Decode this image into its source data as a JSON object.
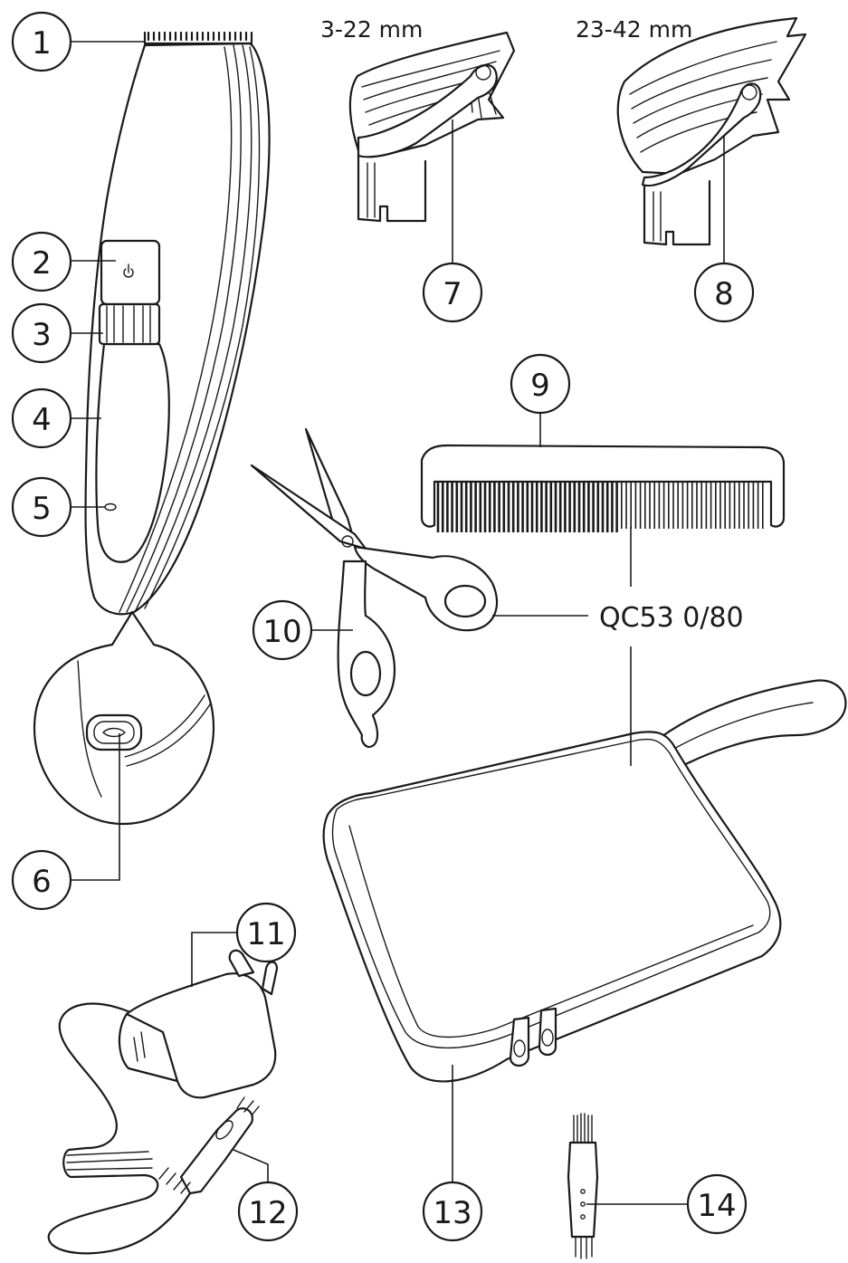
{
  "callouts": {
    "c1": "1",
    "c2": "2",
    "c3": "3",
    "c4": "4",
    "c5": "5",
    "c6": "6",
    "c7": "7",
    "c8": "8",
    "c9": "9",
    "c10": "10",
    "c11": "11",
    "c12": "12",
    "c13": "13",
    "c14": "14"
  },
  "labels": {
    "comb_small_range": "3-22 mm",
    "comb_large_range": "23-42 mm",
    "model": "QC53 0/80"
  },
  "icons": {
    "power": "power-icon",
    "led": "charge-led-icon"
  },
  "colors": {
    "line": "#1a1a1a",
    "background": "#ffffff"
  }
}
